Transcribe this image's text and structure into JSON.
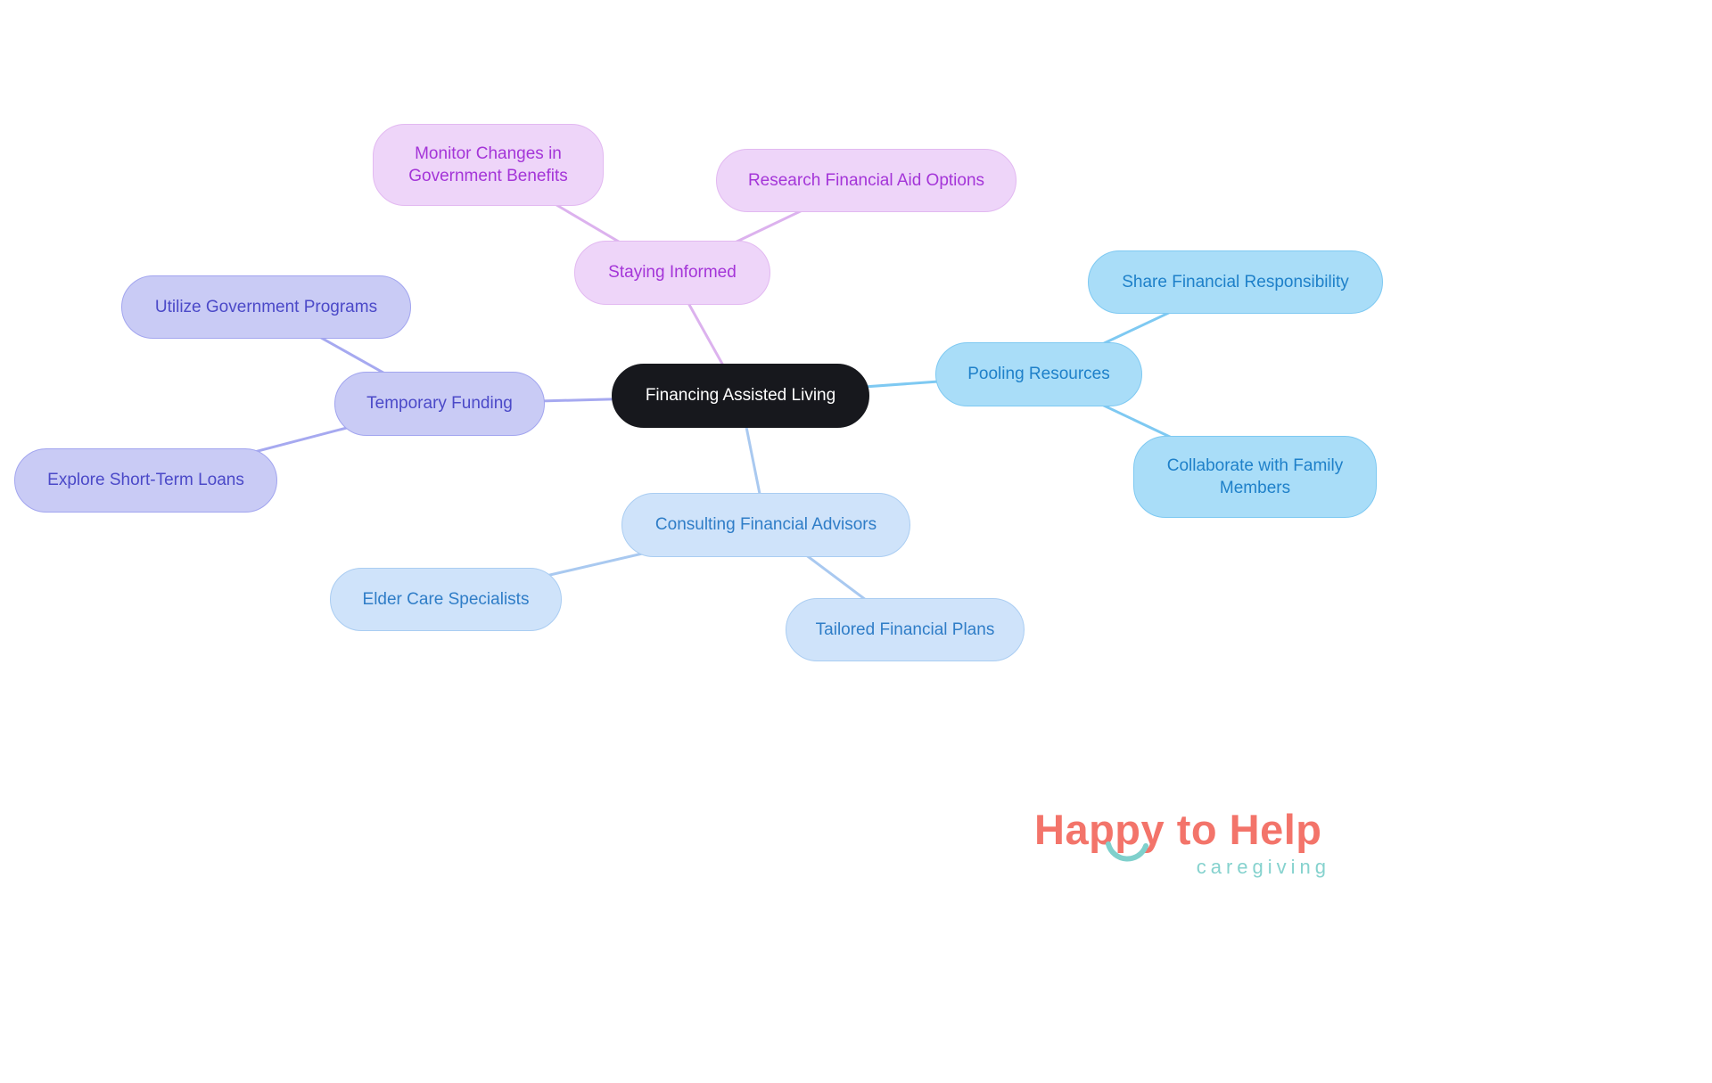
{
  "title": "Financing Assisted Living",
  "nodes": {
    "central": {
      "label": "Financing Assisted Living"
    },
    "staying_informed": {
      "label": "Staying Informed"
    },
    "monitor_changes": {
      "label": "Monitor Changes in Government Benefits"
    },
    "research_aid": {
      "label": "Research Financial Aid Options"
    },
    "temporary_funding": {
      "label": "Temporary Funding"
    },
    "utilize_programs": {
      "label": "Utilize Government Programs"
    },
    "short_term_loans": {
      "label": "Explore Short-Term Loans"
    },
    "pooling_resources": {
      "label": "Pooling Resources"
    },
    "share_responsibility": {
      "label": "Share Financial Responsibility"
    },
    "collaborate_family": {
      "label": "Collaborate with Family Members"
    },
    "consulting_advisors": {
      "label": "Consulting Financial Advisors"
    },
    "elder_care": {
      "label": "Elder Care Specialists"
    },
    "tailored_plans": {
      "label": "Tailored Financial Plans"
    }
  },
  "colors": {
    "central_bg": "#17181d",
    "central_text": "#ffffff",
    "purple_fill": "#eed5f9",
    "purple_text": "#a435d8",
    "purple_edge": "#dcb2ee",
    "periwinkle_fill": "#c9cbf5",
    "periwinkle_text": "#4b49c8",
    "periwinkle_edge": "#a6a9f0",
    "blue_fill": "#a9ddf8",
    "blue_text": "#1e80c9",
    "blue_edge": "#7ec9f2",
    "lightblue_fill": "#cfe3fa",
    "lightblue_text": "#2f7dc7",
    "lightblue_edge": "#a9c9f0"
  },
  "logo": {
    "word1": "Happy",
    "word2": "to",
    "word3": "Help",
    "subtitle": "caregiving"
  }
}
